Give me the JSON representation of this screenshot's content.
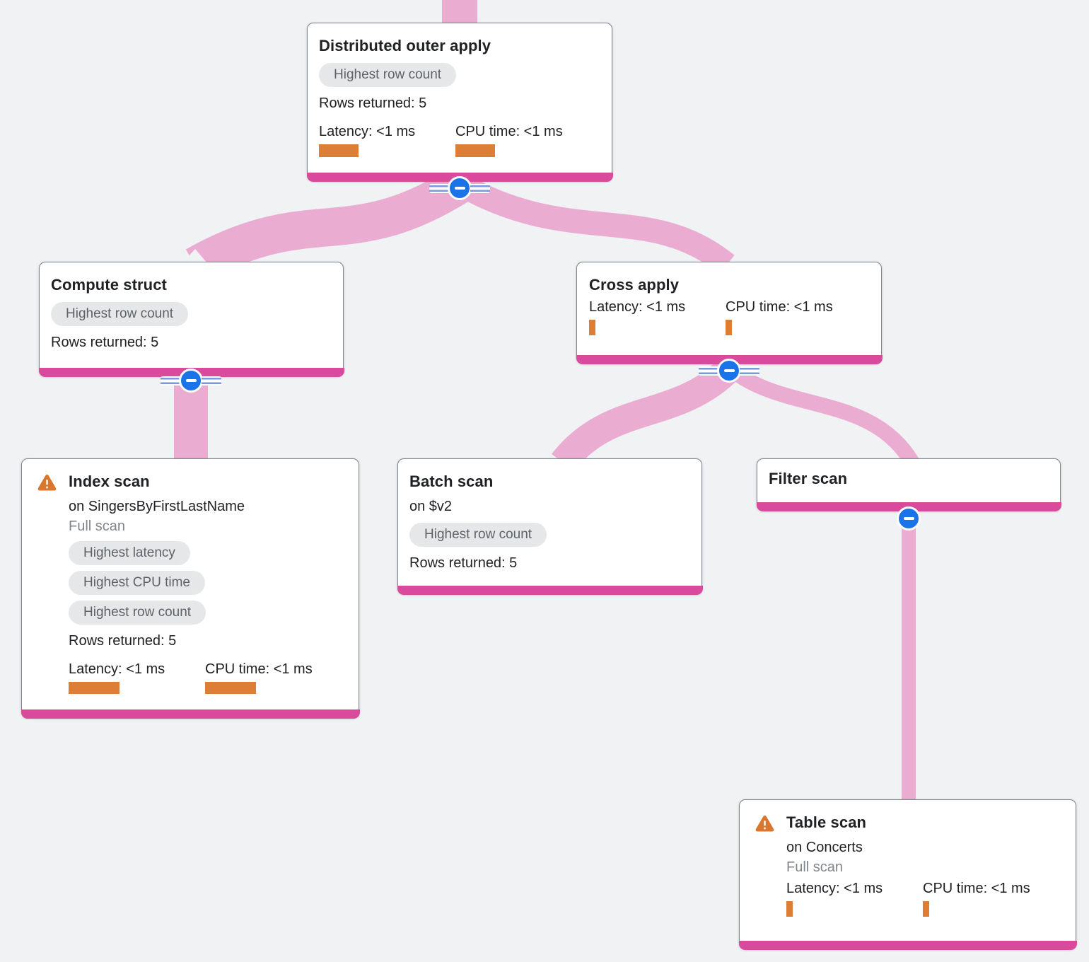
{
  "colors": {
    "canvas_bg": "#F1F2F4",
    "edge_pink": "#EBACD2",
    "node_accent_pink": "#D9499C",
    "bar_orange": "#DC7E35",
    "button_blue": "#1A73E8",
    "track_blue": "#7C97DB",
    "warning_orange": "#D9772E"
  },
  "nodes": {
    "distributed_outer_apply": {
      "title": "Distributed outer apply",
      "badge": "Highest row count",
      "rows_returned": "Rows returned: 5",
      "latency": "Latency: <1 ms",
      "cpu_time": "CPU time: <1 ms"
    },
    "compute_struct": {
      "title": "Compute struct",
      "badge": "Highest row count",
      "rows_returned": "Rows returned: 5"
    },
    "cross_apply": {
      "title": "Cross apply",
      "latency": "Latency: <1 ms",
      "cpu_time": "CPU time: <1 ms"
    },
    "index_scan": {
      "title": "Index scan",
      "subtitle": "on SingersByFirstLastName",
      "scan_type": "Full scan",
      "badges": [
        "Highest latency",
        "Highest CPU time",
        "Highest row count"
      ],
      "rows_returned": "Rows returned: 5",
      "latency": "Latency: <1 ms",
      "cpu_time": "CPU time: <1 ms"
    },
    "batch_scan": {
      "title": "Batch scan",
      "subtitle": "on $v2",
      "badge": "Highest row count",
      "rows_returned": "Rows returned: 5"
    },
    "filter_scan": {
      "title": "Filter scan"
    },
    "table_scan": {
      "title": "Table scan",
      "subtitle": "on Concerts",
      "scan_type": "Full scan",
      "latency": "Latency: <1 ms",
      "cpu_time": "CPU time: <1 ms"
    }
  }
}
